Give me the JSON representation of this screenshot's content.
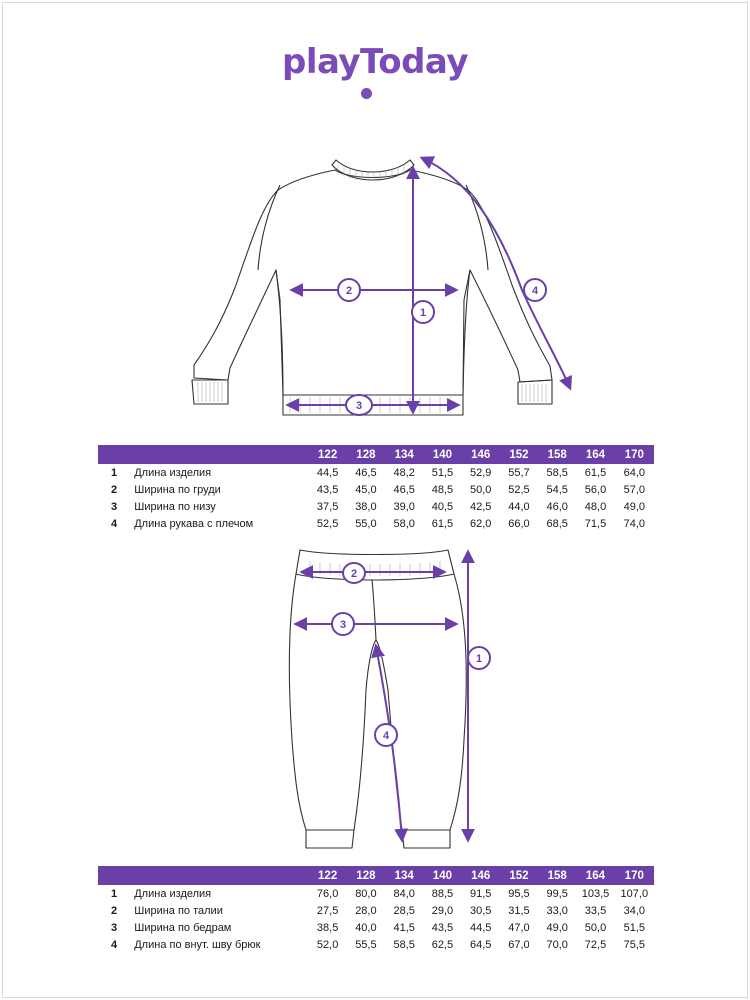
{
  "brand": {
    "logo_text": "playToday",
    "color": "#7b4bb8"
  },
  "accent_color": "#6a40a8",
  "sweater": {
    "markers": [
      "1",
      "2",
      "3",
      "4"
    ],
    "sizes": [
      "122",
      "128",
      "134",
      "140",
      "146",
      "152",
      "158",
      "164",
      "170"
    ],
    "rows": [
      {
        "num": "1",
        "label": "Длина изделия",
        "values": [
          "44,5",
          "46,5",
          "48,2",
          "51,5",
          "52,9",
          "55,7",
          "58,5",
          "61,5",
          "64,0"
        ]
      },
      {
        "num": "2",
        "label": "Ширина по груди",
        "values": [
          "43,5",
          "45,0",
          "46,5",
          "48,5",
          "50,0",
          "52,5",
          "54,5",
          "56,0",
          "57,0"
        ]
      },
      {
        "num": "3",
        "label": "Ширина по низу",
        "values": [
          "37,5",
          "38,0",
          "39,0",
          "40,5",
          "42,5",
          "44,0",
          "46,0",
          "48,0",
          "49,0"
        ]
      },
      {
        "num": "4",
        "label": "Длина рукава с плечом",
        "values": [
          "52,5",
          "55,0",
          "58,0",
          "61,5",
          "62,0",
          "66,0",
          "68,5",
          "71,5",
          "74,0"
        ]
      }
    ]
  },
  "pants": {
    "markers": [
      "1",
      "2",
      "3",
      "4"
    ],
    "sizes": [
      "122",
      "128",
      "134",
      "140",
      "146",
      "152",
      "158",
      "164",
      "170"
    ],
    "rows": [
      {
        "num": "1",
        "label": "Длина изделия",
        "values": [
          "76,0",
          "80,0",
          "84,0",
          "88,5",
          "91,5",
          "95,5",
          "99,5",
          "103,5",
          "107,0"
        ]
      },
      {
        "num": "2",
        "label": "Ширина по талии",
        "values": [
          "27,5",
          "28,0",
          "28,5",
          "29,0",
          "30,5",
          "31,5",
          "33,0",
          "33,5",
          "34,0"
        ]
      },
      {
        "num": "3",
        "label": "Ширина по бедрам",
        "values": [
          "38,5",
          "40,0",
          "41,5",
          "43,5",
          "44,5",
          "47,0",
          "49,0",
          "50,0",
          "51,5"
        ]
      },
      {
        "num": "4",
        "label": "Длина по внут. шву брюк",
        "values": [
          "52,0",
          "55,5",
          "58,5",
          "62,5",
          "64,5",
          "67,0",
          "70,0",
          "72,5",
          "75,5"
        ]
      }
    ]
  }
}
